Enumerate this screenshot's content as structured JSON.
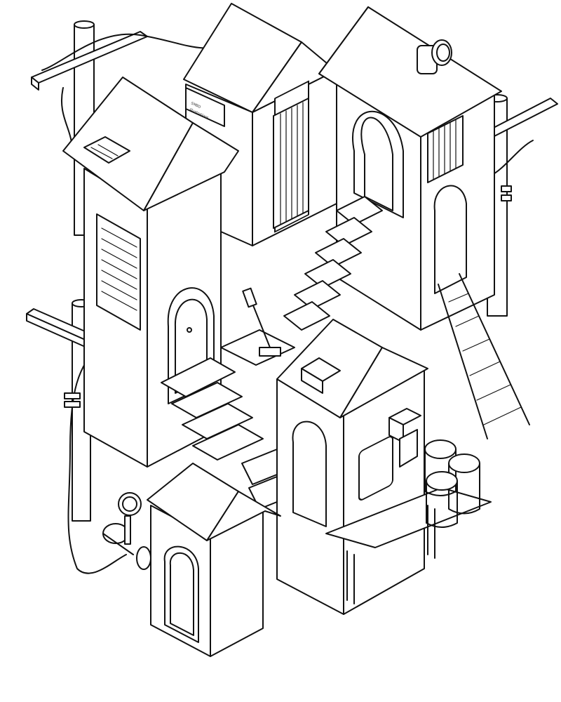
{
  "illustration": {
    "title": "Isometric houses with stairs, ladder, poles and barrels",
    "style": "black and white line art",
    "colors": {
      "line": "#111111",
      "background": "#ffffff"
    },
    "sign": {
      "line1": "SMBD",
      "line2": "Illustrations"
    }
  }
}
